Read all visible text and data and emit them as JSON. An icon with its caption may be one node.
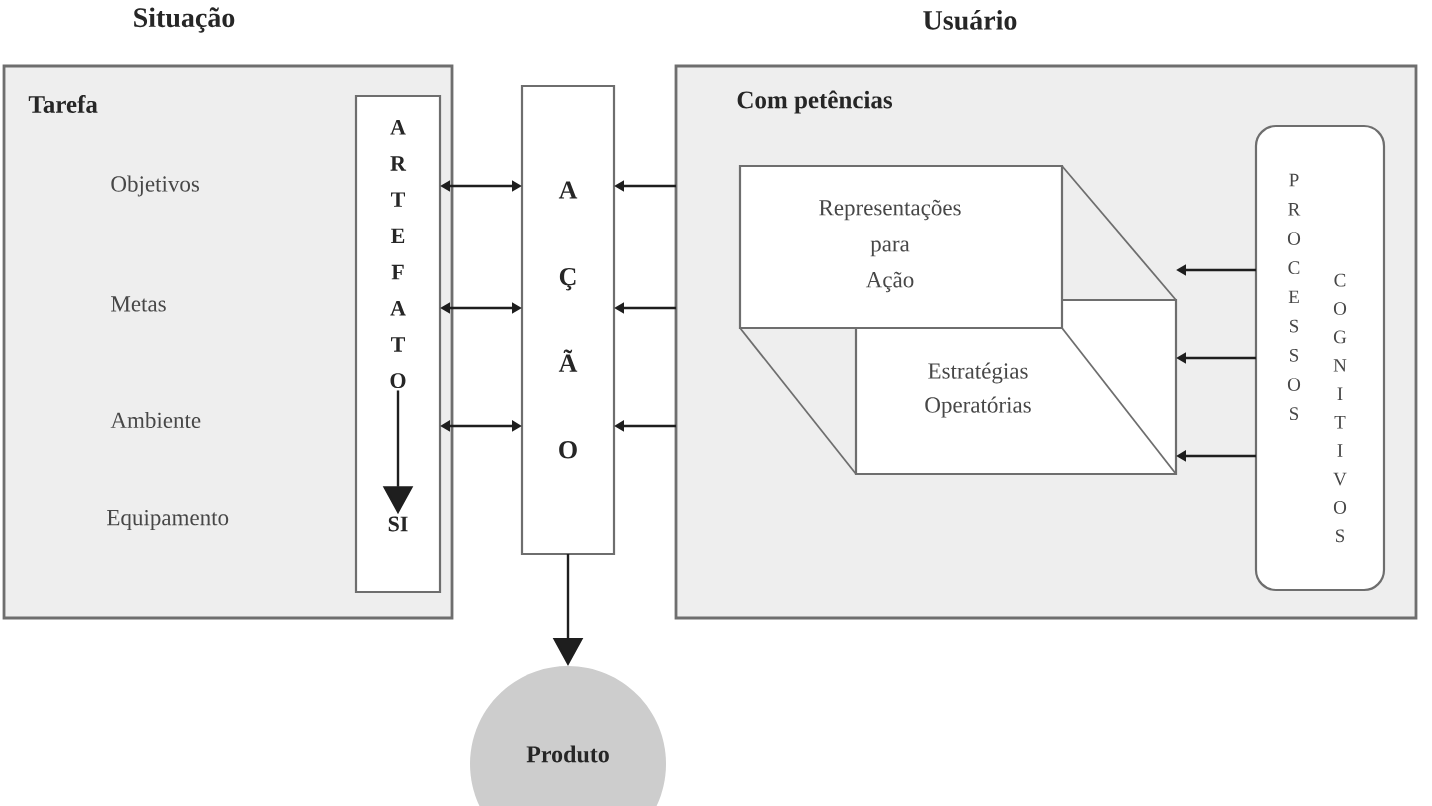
{
  "diagram": {
    "nodes": [
      {
        "text": [
          "Situação",
          "Tarefa",
          "Objetivos",
          "Metas",
          "Ambiente",
          "Equipamento"
        ]
      },
      {
        "text": [],
        "shape": "box",
        "in": 0
      },
      {
        "text": [
          "A R T E F A T O"
        ],
        "in": 1
      },
      {
        "text": [
          "SI"
        ],
        "in": 1
      },
      {
        "text": [
          "A Ç Ã O"
        ]
      },
      {
        "text": [
          "Usuário",
          "Com petências"
        ]
      },
      {
        "text": [],
        "shape": "cuboid",
        "in": 5
      },
      {
        "text": [
          "Representações para Ação"
        ],
        "in": 6
      },
      {
        "text": [
          "Estratégias Operatórias"
        ],
        "in": 6
      },
      {
        "text": [
          "P R O C E S S O S",
          "C O G N I T I V O S"
        ],
        "in": 5
      },
      {
        "text": [
          "Produto"
        ]
      }
    ],
    "edges": [
      {
        "from": 1,
        "to": 4,
        "arrow": "both"
      },
      {
        "from": 1,
        "to": 4,
        "arrow": "both"
      },
      {
        "from": 1,
        "to": 4,
        "arrow": "both"
      },
      {
        "from": 5,
        "to": 4,
        "arrow": "to"
      },
      {
        "from": 5,
        "to": 4,
        "arrow": "to"
      },
      {
        "from": 5,
        "to": 4,
        "arrow": "to"
      },
      {
        "from": 9,
        "to": 6,
        "arrow": "to"
      },
      {
        "from": 9,
        "to": 6,
        "arrow": "to"
      },
      {
        "from": 9,
        "to": 6,
        "arrow": "to"
      },
      {
        "from": 2,
        "to": 3,
        "arrow": "to"
      },
      {
        "from": 4,
        "to": 10,
        "arrow": "to"
      }
    ]
  }
}
